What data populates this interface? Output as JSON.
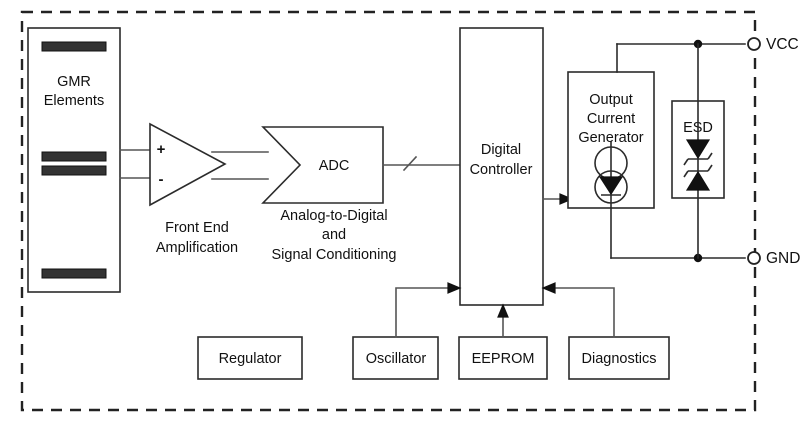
{
  "diagram": {
    "title": "GMR sensor IC functional block diagram",
    "boundary_style": "dashed",
    "colors": {
      "line": "#555555",
      "block_outline": "#2b2b2b",
      "text": "#111111",
      "gmr_bar": "#333333",
      "background": "#ffffff"
    },
    "blocks": {
      "gmr": {
        "line1": "GMR",
        "line2": "Elements",
        "bar_count": 4
      },
      "amplifier": {
        "plus": "+",
        "minus": "-"
      },
      "adc": {
        "label": "ADC"
      },
      "digital_controller": {
        "line1": "Digital",
        "line2": "Controller"
      },
      "output_current_generator": {
        "line1": "Output",
        "line2": "Current",
        "line3": "Generator"
      },
      "esd": {
        "label": "ESD",
        "diode_count": 2
      },
      "regulator": {
        "label": "Regulator"
      },
      "oscillator": {
        "label": "Oscillator"
      },
      "eeprom": {
        "label": "EEPROM"
      },
      "diagnostics": {
        "label": "Diagnostics"
      }
    },
    "captions": {
      "front_end": {
        "line1": "Front End",
        "line2": "Amplification"
      },
      "analog_to_digital": {
        "line1": "Analog-to-Digital",
        "line2": "and",
        "line3": "Signal Conditioning"
      }
    },
    "terminals": [
      {
        "name": "vcc",
        "label": "VCC"
      },
      {
        "name": "gnd",
        "label": "GND"
      }
    ]
  }
}
